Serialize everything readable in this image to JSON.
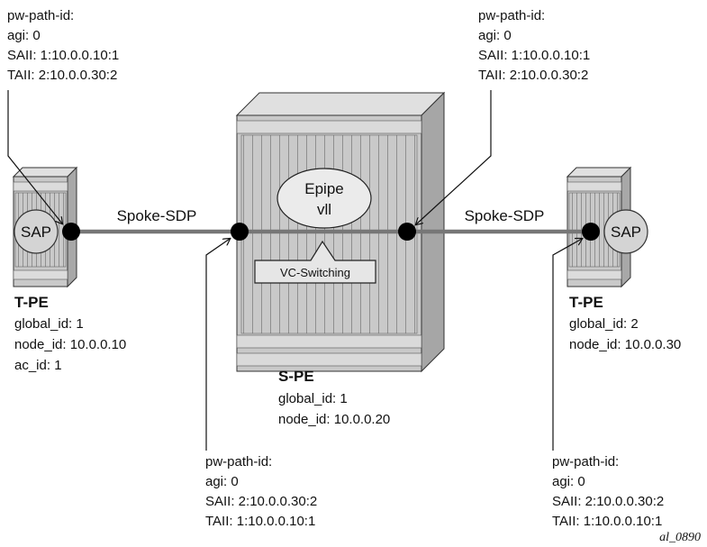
{
  "annotations": {
    "top_left": {
      "l1": "pw-path-id:",
      "l2": "agi: 0",
      "l3": "SAII: 1:10.0.0.10:1",
      "l4": "TAII: 2:10.0.0.30:2"
    },
    "top_right": {
      "l1": "pw-path-id:",
      "l2": "agi: 0",
      "l3": "SAII: 1:10.0.0.10:1",
      "l4": "TAII: 2:10.0.0.30:2"
    },
    "bottom_center": {
      "l1": "pw-path-id:",
      "l2": "agi: 0",
      "l3": "SAII: 2:10.0.0.30:2",
      "l4": "TAII: 1:10.0.0.10:1"
    },
    "bottom_right": {
      "l1": "pw-path-id:",
      "l2": "agi: 0",
      "l3": "SAII: 2:10.0.0.30:2",
      "l4": "TAII: 1:10.0.0.10:1"
    }
  },
  "nodes": {
    "left_tpe": {
      "title": "T-PE",
      "l1": "global_id: 1",
      "l2": "node_id: 10.0.0.10",
      "l3": "ac_id: 1",
      "sap": "SAP"
    },
    "spe": {
      "title": "S-PE",
      "l1": "global_id: 1",
      "l2": "node_id: 10.0.0.20",
      "service_l1": "Epipe",
      "service_l2": "vll",
      "switch_label": "VC-Switching"
    },
    "right_tpe": {
      "title": "T-PE",
      "l1": "global_id: 2",
      "l2": "node_id: 10.0.0.30",
      "sap": "SAP"
    }
  },
  "links": {
    "left": "Spoke-SDP",
    "right": "Spoke-SDP"
  },
  "figure_id": "al_0890",
  "colors": {
    "device_fill": "#c8c8c8",
    "device_dark": "#9a9a9a",
    "device_light": "#e2e2e2",
    "link": "#777777",
    "endpoint": "#000000",
    "ink": "#111111"
  }
}
